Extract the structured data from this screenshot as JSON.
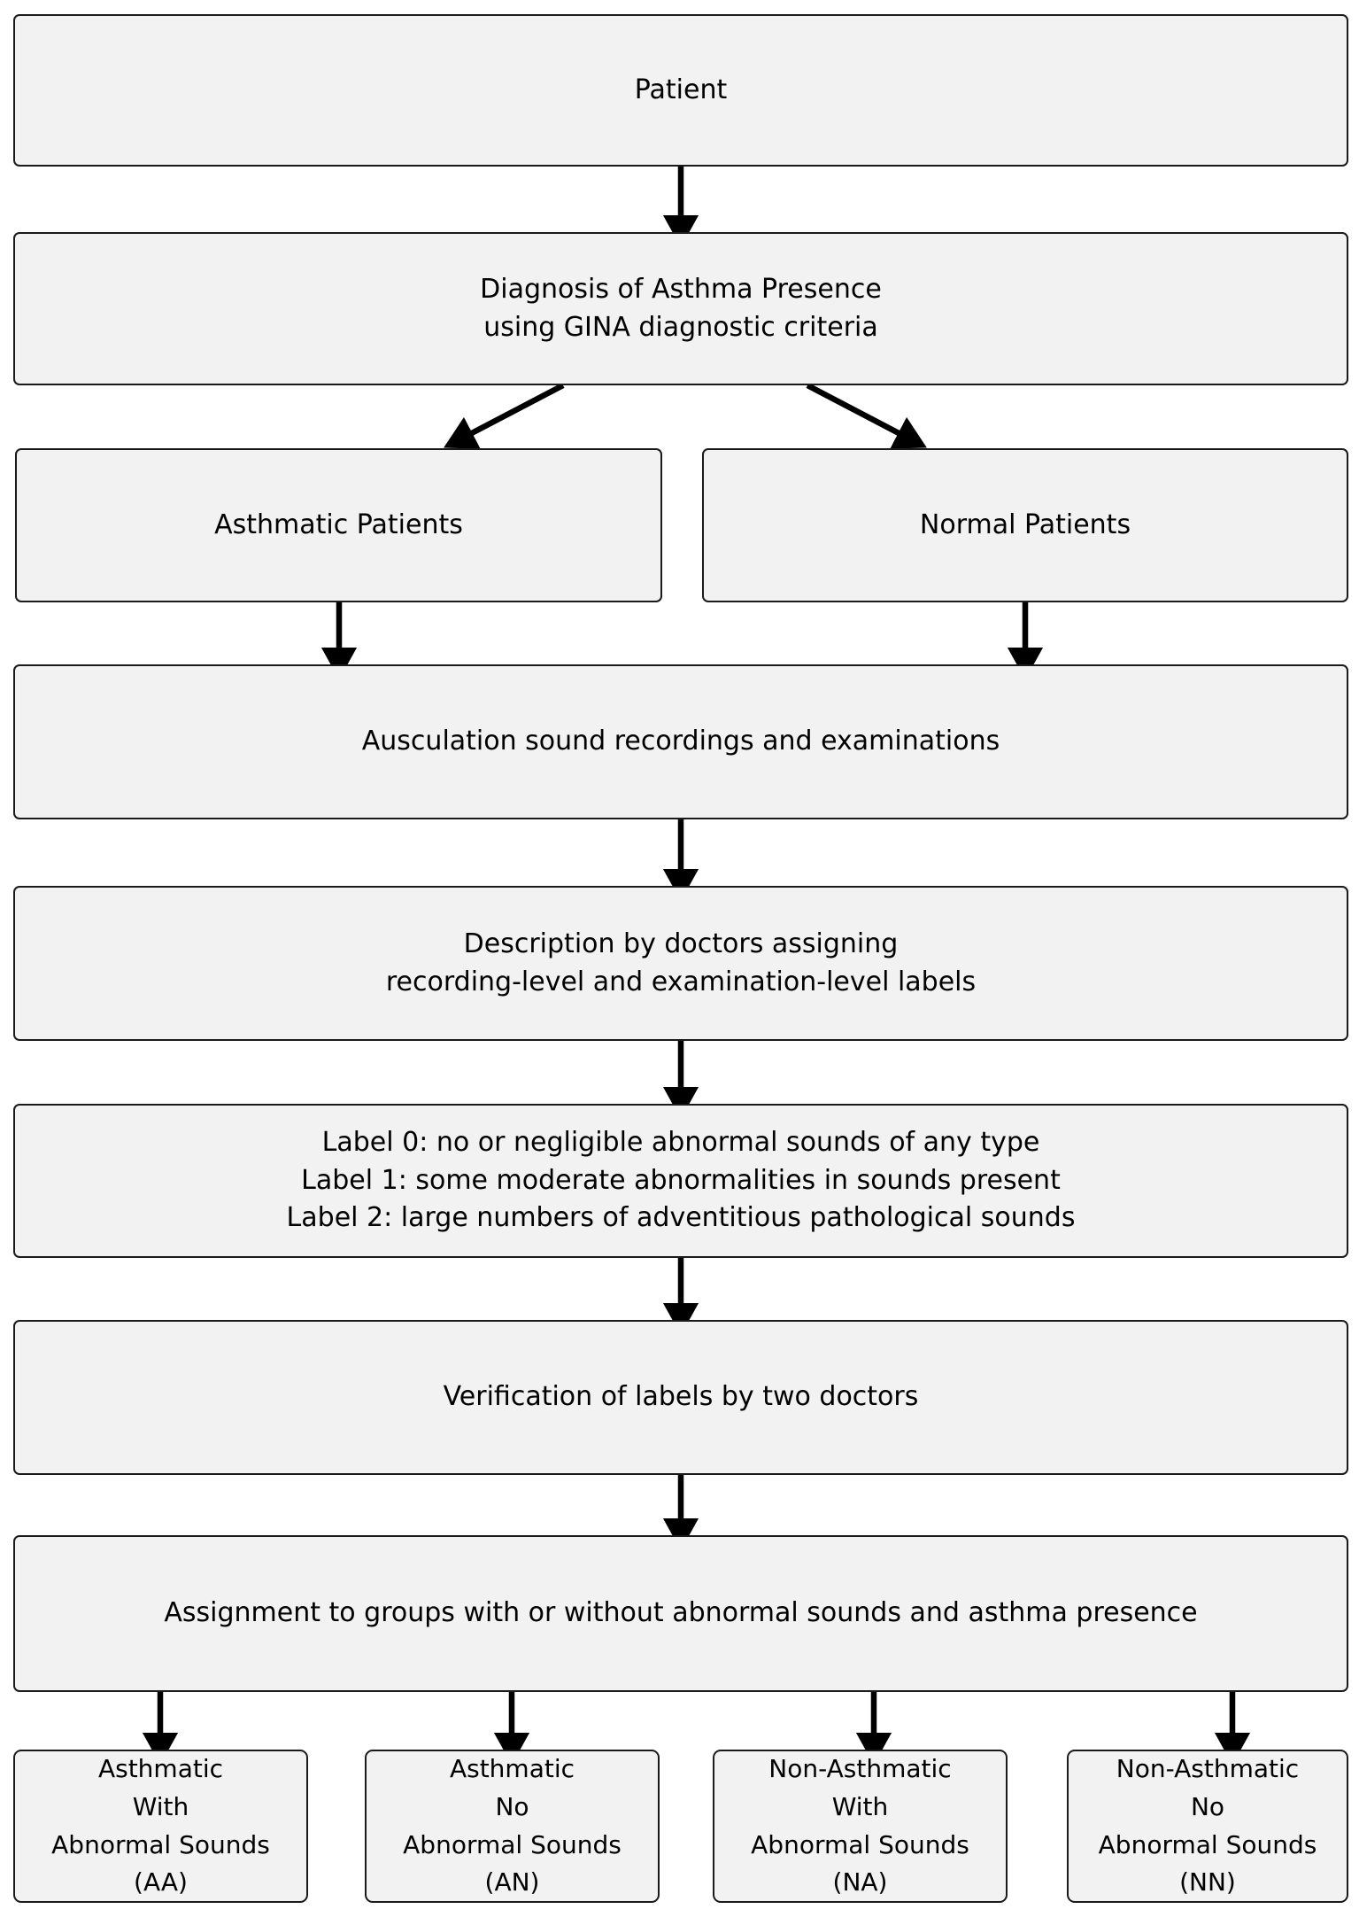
{
  "diagram": {
    "title": "Asthma auscultation dataset collection and labeling flowchart",
    "colors": {
      "node_fill": "#f2f2f2",
      "node_border": "#1a1a1a",
      "edge": "#000000",
      "background": "#ffffff",
      "text": "#000000"
    },
    "nodes": [
      {
        "id": "patient",
        "label": "Patient"
      },
      {
        "id": "diagnosis",
        "label": "Diagnosis of Asthma Presence\nusing GINA diagnostic criteria"
      },
      {
        "id": "asthmatic-patients",
        "label": "Asthmatic Patients"
      },
      {
        "id": "normal-patients",
        "label": "Normal Patients"
      },
      {
        "id": "ausculation",
        "label": "Ausculation sound recordings and examinations"
      },
      {
        "id": "description",
        "label": "Description by doctors assigning\nrecording-level and examination-level labels"
      },
      {
        "id": "labels",
        "label": "Label 0: no or negligible abnormal sounds of any type\nLabel 1: some moderate abnormalities in sounds present\nLabel 2: large numbers of adventitious pathological sounds"
      },
      {
        "id": "verification",
        "label": "Verification of labels by two doctors"
      },
      {
        "id": "assignment",
        "label": "Assignment to groups with or without abnormal sounds and asthma presence"
      },
      {
        "id": "group-aa",
        "label": "Asthmatic\nWith\nAbnormal Sounds\n(AA)"
      },
      {
        "id": "group-an",
        "label": "Asthmatic\nNo\nAbnormal Sounds\n(AN)"
      },
      {
        "id": "group-na",
        "label": "Non-Asthmatic\nWith\nAbnormal Sounds\n(NA)"
      },
      {
        "id": "group-nn",
        "label": "Non-Asthmatic\nNo\nAbnormal Sounds\n(NN)"
      }
    ],
    "edges": [
      {
        "from": "patient",
        "to": "diagnosis"
      },
      {
        "from": "diagnosis",
        "to": "asthmatic-patients"
      },
      {
        "from": "diagnosis",
        "to": "normal-patients"
      },
      {
        "from": "asthmatic-patients",
        "to": "ausculation"
      },
      {
        "from": "normal-patients",
        "to": "ausculation"
      },
      {
        "from": "ausculation",
        "to": "description"
      },
      {
        "from": "description",
        "to": "labels"
      },
      {
        "from": "labels",
        "to": "verification"
      },
      {
        "from": "verification",
        "to": "assignment"
      },
      {
        "from": "assignment",
        "to": "group-aa"
      },
      {
        "from": "assignment",
        "to": "group-an"
      },
      {
        "from": "assignment",
        "to": "group-na"
      },
      {
        "from": "assignment",
        "to": "group-nn"
      }
    ]
  }
}
